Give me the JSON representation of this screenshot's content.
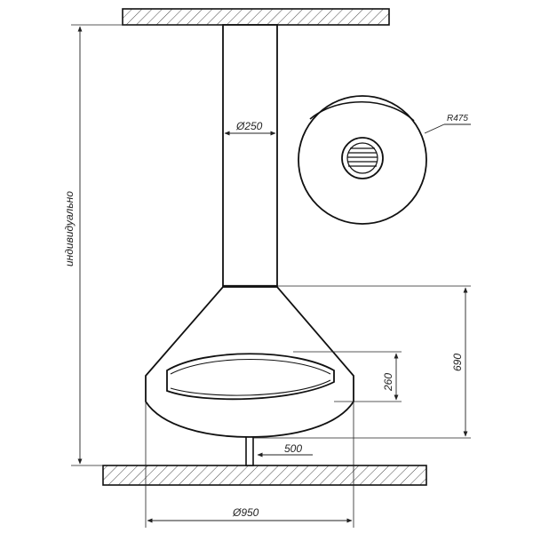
{
  "labels": {
    "height_text": "индивидуально",
    "pipe_diameter": "Ø250",
    "radius": "R475",
    "firebox_height": "260",
    "hood_height": "690",
    "base_width": "500",
    "overall_diameter": "Ø950"
  }
}
